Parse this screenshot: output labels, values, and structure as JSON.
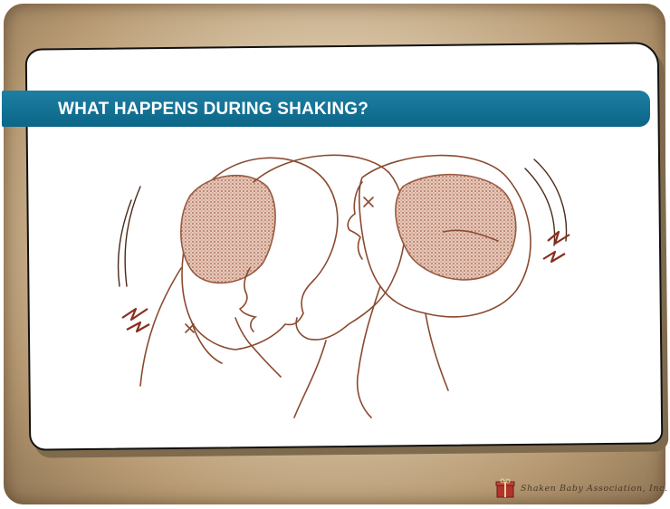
{
  "slide": {
    "title": "WHAT HAPPENS DURING SHAKING?",
    "illustration_icon": "infant-head-shaking-illustration",
    "footer_text": "Shaken Baby Association, Inc.",
    "footer_logo_icon": "gift-box-logo-icon"
  },
  "colors": {
    "banner": "#0c6687",
    "frame": "#b79a73",
    "sketch": "#8a4a2f"
  }
}
